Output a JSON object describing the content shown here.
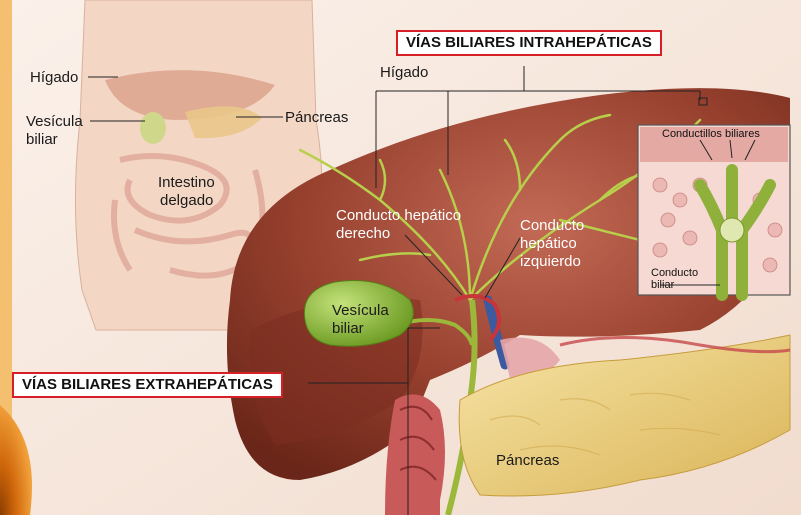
{
  "labels": {
    "intra_box": "VÍAS BILIARES INTRAHEPÁTICAS",
    "extra_box": "VÍAS BILIARES EXTRAHEPÁTICAS",
    "inset_higado": "Hígado",
    "inset_vesicula_line1": "Vesícula",
    "inset_vesicula_line2": "biliar",
    "inset_pancreas": "Páncreas",
    "inset_intestino_line1": "Intestino",
    "inset_intestino_line2": "delgado",
    "main_higado": "Hígado",
    "conducto_derecho_line1": "Conducto hepático",
    "conducto_derecho_line2": "derecho",
    "conducto_izquierdo_line1": "Conducto",
    "conducto_izquierdo_line2": "hepático",
    "conducto_izquierdo_line3": "izquierdo",
    "main_vesicula_line1": "Vesícula",
    "main_vesicula_line2": "biliar",
    "main_pancreas": "Páncreas",
    "detail_conductillos": "Conductillos biliares",
    "detail_conducto_line1": "Conducto",
    "detail_conducto_line2": "biliar"
  },
  "colors": {
    "highlight_border": "#d61f26",
    "liver": "#8e3a2c",
    "gallbladder": "#7fae2e",
    "bile_duct": "#a8c23a",
    "pancreas": "#f0d27a",
    "skin": "#f2d3bf",
    "corner_accent": "#e07a10"
  }
}
